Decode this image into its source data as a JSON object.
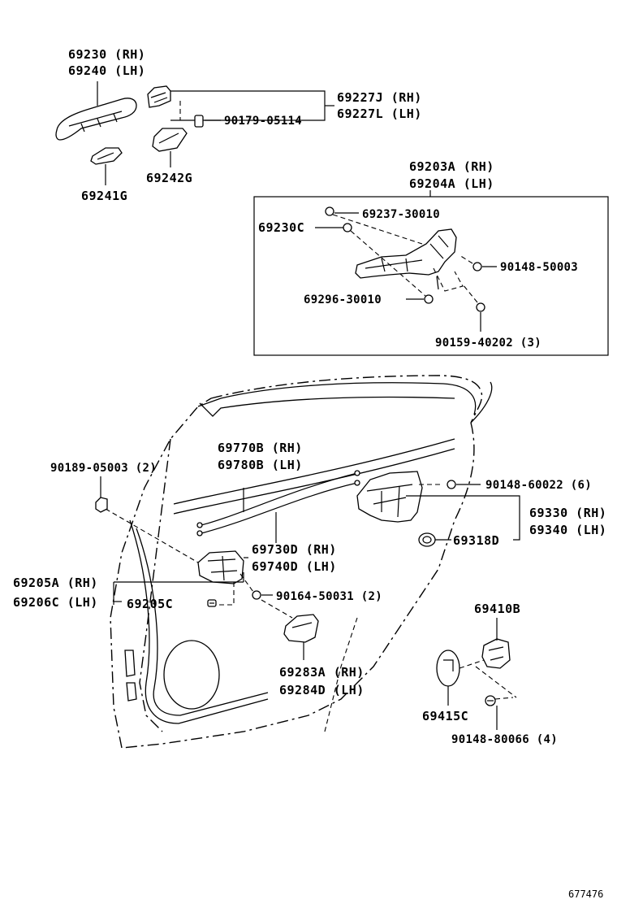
{
  "labels": {
    "l69230": "69230 (RH)",
    "l69240": "69240 (LH)",
    "l69227J": "69227J (RH)",
    "l69227L": "69227L (LH)",
    "l90179": "90179-05114",
    "l69242G": "69242G",
    "l69241G": "69241G",
    "l69203A": "69203A (RH)",
    "l69204A": "69204A (LH)",
    "l69237": "69237-30010",
    "l69230C": "69230C",
    "l90148_50003": "90148-50003",
    "l69296": "69296-30010",
    "l90159": "90159-40202 (3)",
    "l90189": "90189-05003 (2)",
    "l69770B": "69770B (RH)",
    "l69780B": "69780B (LH)",
    "l90148_60022": "90148-60022 (6)",
    "l69330": "69330 (RH)",
    "l69340": "69340 (LH)",
    "l69318D": "69318D",
    "l69730D": "69730D (RH)",
    "l69740D": "69740D (LH)",
    "l69205A": "69205A (RH)",
    "l69206C": "69206C (LH)",
    "l69205C": "69205C",
    "l90164": "90164-50031 (2)",
    "l69410B": "69410B",
    "l69283A": "69283A (RH)",
    "l69284D": "69284D (LH)",
    "l69415C": "69415C",
    "l90148_80066": "90148-80066 (4)"
  },
  "diagram_code": "677476"
}
